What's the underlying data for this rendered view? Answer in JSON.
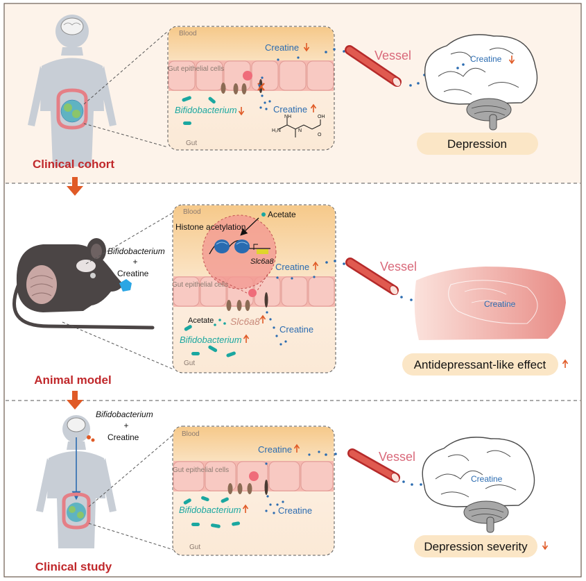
{
  "panels": [
    {
      "section": "Clinical cohort",
      "blood": "Blood",
      "gut": "Gut",
      "epithelial": "Gut epithelial cells",
      "creatine_top": "Creatine",
      "creatine_low": "Creatine",
      "bacterium": "Bifidobacterium",
      "vessel": "Vessel",
      "brain_label": "Creatine",
      "outcome": "Depression"
    },
    {
      "section": "Animal model",
      "blood": "Blood",
      "gut": "Gut",
      "epithelial": "Gut epithelial cells",
      "creatine_top": "Creatine",
      "creatine_low": "Creatine",
      "bacterium": "Bifidobacterium",
      "vessel": "Vessel",
      "brain_label": "Creatine",
      "outcome": "Antidepressant-like effect",
      "acetate_top": "Acetate",
      "acetate_gut": "Acetate",
      "histone": "Histone acetylation",
      "gene": "Slc6a8",
      "gene_gut": "Slc6a8",
      "treatment_a": "Bifidobacterium",
      "treatment_plus": "+",
      "treatment_b": "Creatine"
    },
    {
      "section": "Clinical study",
      "blood": "Blood",
      "gut": "Gut",
      "epithelial": "Gut epithelial cells",
      "creatine_top": "Creatine",
      "creatine_low": "Creatine",
      "bacterium": "Bifidobacterium",
      "vessel": "Vessel",
      "brain_label": "Creatine",
      "outcome": "Depression severity",
      "treatment_a": "Bifidobacterium",
      "treatment_plus": "+",
      "treatment_b": "Creatine"
    }
  ],
  "colors": {
    "section_title": "#c0282b",
    "arrow_orange": "#e05a26",
    "creatine_blue": "#2a6bb0",
    "bacteria_teal": "#1aa7a0",
    "vessel_pink": "#d9697a",
    "outcome_box": "#fbe6c6",
    "background_top": "#fdf3ea"
  }
}
